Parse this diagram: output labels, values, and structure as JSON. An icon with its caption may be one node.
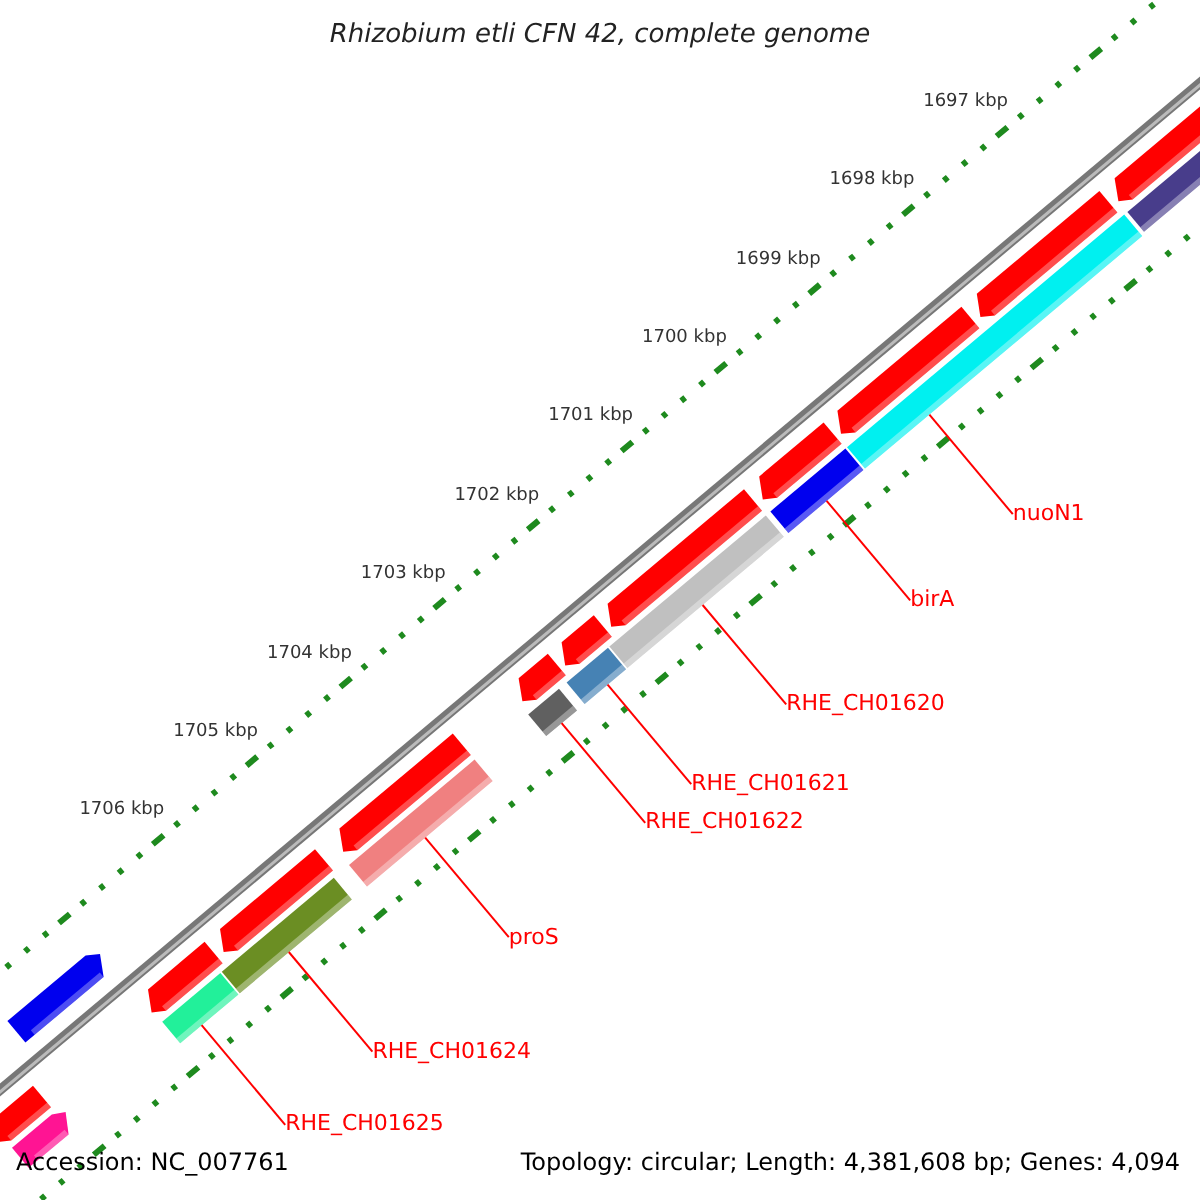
{
  "diagram": {
    "title": "Rhizobium etli CFN 42, complete genome",
    "nodes": [
      {
        "text": [
          "nuoN1"
        ]
      },
      {
        "text": [
          "birA"
        ]
      },
      {
        "text": [
          "RHE_CH01620"
        ]
      },
      {
        "text": [
          "RHE_CH01621"
        ]
      },
      {
        "text": [
          "RHE_CH01622"
        ]
      },
      {
        "text": [
          "proS"
        ]
      },
      {
        "text": [
          "RHE_CH01624"
        ]
      },
      {
        "text": [
          "RHE_CH01625"
        ]
      },
      {
        "text": [],
        "shape": "bar"
      },
      {
        "text": [],
        "shape": "bar"
      },
      {
        "text": [],
        "shape": "bar"
      },
      {
        "text": [],
        "shape": "bar"
      },
      {
        "text": [],
        "shape": "bar"
      },
      {
        "text": [],
        "shape": "bar"
      },
      {
        "text": [],
        "shape": "bar"
      },
      {
        "text": [],
        "shape": "bar"
      },
      {
        "text": [],
        "shape": "bar"
      },
      {
        "text": [],
        "shape": "bar"
      },
      {
        "text": [],
        "shape": "bar"
      },
      {
        "text": [],
        "shape": "bar"
      },
      {
        "text": [],
        "shape": "bar"
      },
      {
        "text": [],
        "shape": "bar"
      },
      {
        "text": [],
        "shape": "bar"
      },
      {
        "text": [],
        "shape": "bar"
      },
      {
        "text": [],
        "shape": "bar"
      },
      {
        "text": [],
        "shape": "bar"
      },
      {
        "text": [],
        "shape": "bar"
      },
      {
        "text": [],
        "shape": "bar"
      },
      {
        "text": [],
        "shape": "bar"
      },
      {
        "text": [],
        "shape": "bar"
      }
    ],
    "edges": [
      {
        "from": 0,
        "to": 15,
        "arrow": "none"
      },
      {
        "from": 1,
        "to": 14,
        "arrow": "none"
      },
      {
        "from": 2,
        "to": 13,
        "arrow": "none"
      },
      {
        "from": 3,
        "to": 12,
        "arrow": "none"
      },
      {
        "from": 4,
        "to": 11,
        "arrow": "none"
      },
      {
        "from": 5,
        "to": 10,
        "arrow": "none"
      },
      {
        "from": 6,
        "to": 9,
        "arrow": "none"
      },
      {
        "from": 7,
        "to": 8,
        "arrow": "none"
      }
    ],
    "labels": [
      "1697 kbp",
      "1698 kbp",
      "1699 kbp",
      "1700 kbp",
      "1701 kbp",
      "1702 kbp",
      "1703 kbp",
      "1704 kbp",
      "1705 kbp",
      "1706 kbp",
      "Accession: NC_007761",
      "Topology: circular; Length: 4,381,608 bp; Genes: 4,094"
    ]
  }
}
